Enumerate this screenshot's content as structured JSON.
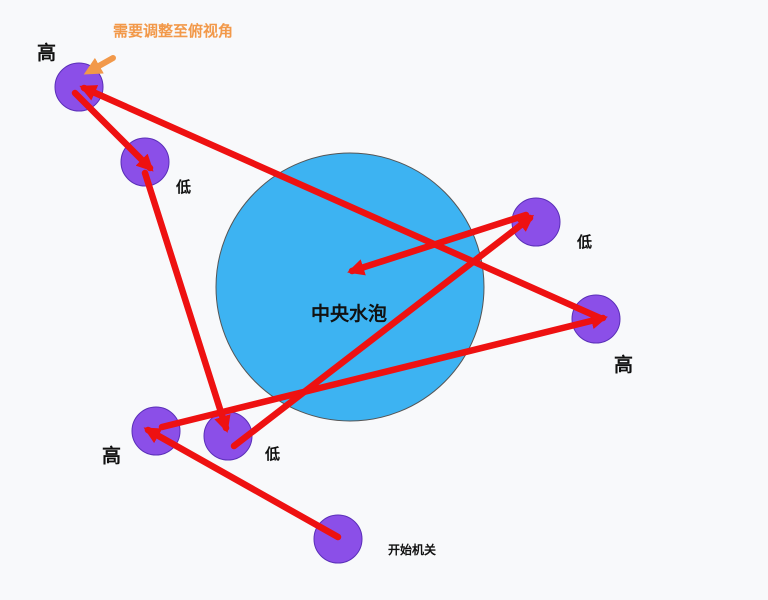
{
  "colors": {
    "background": "#f8f9fb",
    "bubble_fill": "#3db3f2",
    "bubble_stroke": "#555555",
    "node_fill": "#8b4fe8",
    "node_stroke": "#5a2fb8",
    "arrow": "#ee1111",
    "note": "#f2994a",
    "text": "#111111"
  },
  "center_bubble": {
    "label": "中央水泡"
  },
  "note": {
    "text": "需要调整至俯视角"
  },
  "nodes": [
    {
      "id": "n1",
      "label": "高"
    },
    {
      "id": "n2",
      "label": "低"
    },
    {
      "id": "n3",
      "label": "低"
    },
    {
      "id": "n4",
      "label": "高"
    },
    {
      "id": "n5",
      "label": "低"
    },
    {
      "id": "n6",
      "label": "高"
    },
    {
      "id": "n7",
      "label": "开始机关"
    }
  ]
}
